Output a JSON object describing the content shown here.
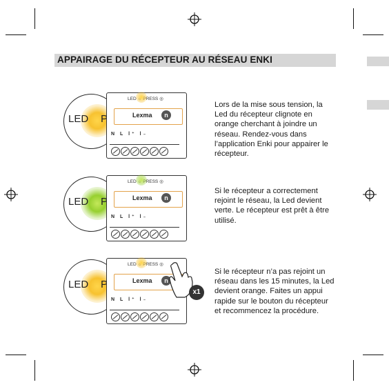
{
  "header": {
    "title": "APPAIRAGE DU RÉCEPTEUR AU RÉSEAU ENKI"
  },
  "steps": [
    {
      "text": "Lors de la mise sous tension, la Led du récepteur clignote en orange cherchant à joindre un réseau. Rendez-vous dans l’application Enki pour appairer le récepteur.",
      "led_color": "orange",
      "glow_hex": "#f7b500"
    },
    {
      "text": "Si le récepteur a correctement rejoint le réseau, la Led devient verte. Le récepteur est prêt à être utilisé.",
      "led_color": "green",
      "glow_hex": "#8fcf2a"
    },
    {
      "text": "Si le récepteur n’a pas rejoint un réseau dans les 15 minutes, la Led devient orange. Faites un appui rapide sur le bouton du récepteur et recommencez la procédure.",
      "led_color": "orange",
      "glow_hex": "#f7b500",
      "badge": "x1"
    }
  ],
  "device": {
    "led_label": "LED",
    "press_label": "PRESS",
    "zoom_led_label": "LED",
    "zoom_press_label": "PRE",
    "brand": "Lexma",
    "brand_suffix": "n",
    "terminals": "N L l⁺ l₋"
  },
  "colors": {
    "accent_orange": "#e3a24a",
    "title_band": "#d6d6d6"
  }
}
